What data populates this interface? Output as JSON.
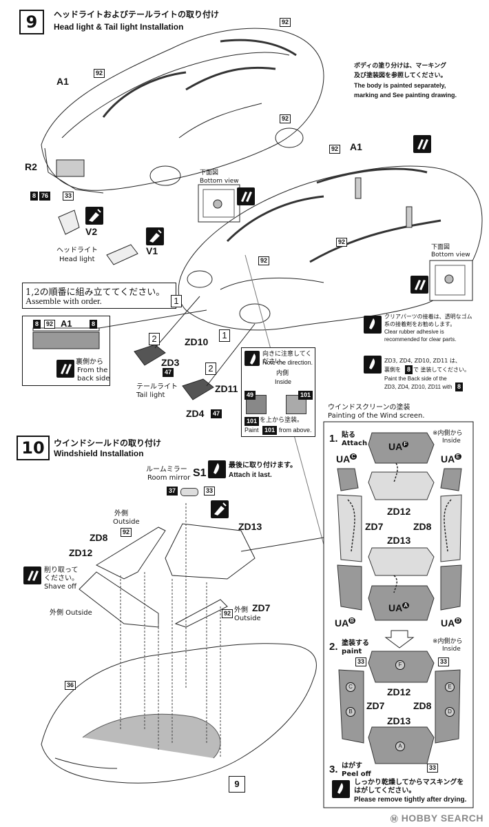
{
  "step9": {
    "number": "9",
    "title_jp": "ヘッドライトおよびテールライトの取り付け",
    "title_en": "Head light & Tail light Installation",
    "body_note_jp1": "ボディの塗り分けは、マーキング",
    "body_note_jp2": "及び塗装図を参照してください。",
    "body_note_en1": "The body is painted separately,",
    "body_note_en2": "marking and See painting drawing.",
    "assemble_jp": "1,2の順番に組み立ててください。",
    "assemble_en": "Assemble with order.",
    "order_1": "1",
    "order_2": "2",
    "bottom_view_jp": "下面図",
    "bottom_view_en": "Bottom view",
    "headlight_jp": "ヘッドライト",
    "headlight_en": "Head light",
    "taillight_jp": "テールライト",
    "taillight_en": "Tail light",
    "back_side_jp": "裏側から",
    "back_side_en1": "From the",
    "back_side_en2": "back side",
    "direction_jp": "向きに注意してください。",
    "direction_en": "Note the direction.",
    "inside_jp": "内側",
    "inside_en": "Inside",
    "paint_above_jp": "を上から塗装。",
    "paint_above_pre": "Paint",
    "paint_above_post": "from above.",
    "clear_note_jp1": "クリアパーツの接着は、透明なゴム",
    "clear_note_jp2": "系の接着剤をお勧めします。",
    "clear_note_en1": "Clear rubber adhesive is",
    "clear_note_en2": "recommended for clear parts.",
    "zd_note_jp1": "ZD3, ZD4, ZD10, ZD11 は、",
    "zd_note_jp2a": "裏側を",
    "zd_note_jp2b": "で 塗装してください。",
    "zd_note_en1": "Paint the Back side of the",
    "zd_note_en2": "ZD3, ZD4, ZD10, ZD11 with",
    "parts": {
      "a1": "A1",
      "r2": "R2",
      "v1": "V1",
      "v2": "V2",
      "zd3": "ZD3",
      "zd4": "ZD4",
      "zd10": "ZD10",
      "zd11": "ZD11"
    },
    "colors": {
      "c8": "8",
      "c76": "76",
      "c92": "92",
      "c33": "33",
      "c47": "47",
      "c49": "49",
      "c101": "101"
    }
  },
  "step10": {
    "number": "10",
    "title_jp": "ウインドシールドの取り付け",
    "title_en": "Windshield Installation",
    "room_mirror_jp": "ルームミラー",
    "room_mirror_en": "Room mirror",
    "attach_last_jp": "最後に取り付けます。",
    "attach_last_en": "Attach it last.",
    "outside_jp": "外側",
    "outside_en": "Outside",
    "shave_jp1": "削り取って",
    "shave_jp2": "ください。",
    "shave_en": "Shave off",
    "outside_combo": "外側 Outside",
    "ref_step": "9",
    "parts": {
      "s1": "S1",
      "zd7": "ZD7",
      "zd8": "ZD8",
      "zd12": "ZD12",
      "zd13": "ZD13"
    },
    "colors": {
      "c37": "37",
      "c33": "33",
      "c92": "92",
      "c36": "36"
    }
  },
  "windscreen_panel": {
    "title_jp": "ウインドスクリーンの塗装",
    "title_en": "Painting of the Wind screen.",
    "s1_num": "1.",
    "s1_jp": "貼る",
    "s1_en": "Attach",
    "inside_note_jp": "※内側から",
    "inside_note_en": "Inside",
    "ua": "UA",
    "masks": {
      "a": "A",
      "b": "B",
      "c": "C",
      "d": "D",
      "e": "E",
      "f": "F"
    },
    "zd12": "ZD12",
    "zd13": "ZD13",
    "zd7": "ZD7",
    "zd8": "ZD8",
    "s2_num": "2.",
    "s2_jp": "塗装する",
    "s2_en": "paint",
    "c33": "33",
    "s3_num": "3.",
    "s3_jp": "はがす",
    "s3_en": "Peel off",
    "remove_jp": "しっかり乾燥してからマスキングを",
    "remove_jp2": "はがしてください。",
    "remove_en": "Please remove tightly after drying."
  },
  "watermark": "HOBBY SEARCH"
}
